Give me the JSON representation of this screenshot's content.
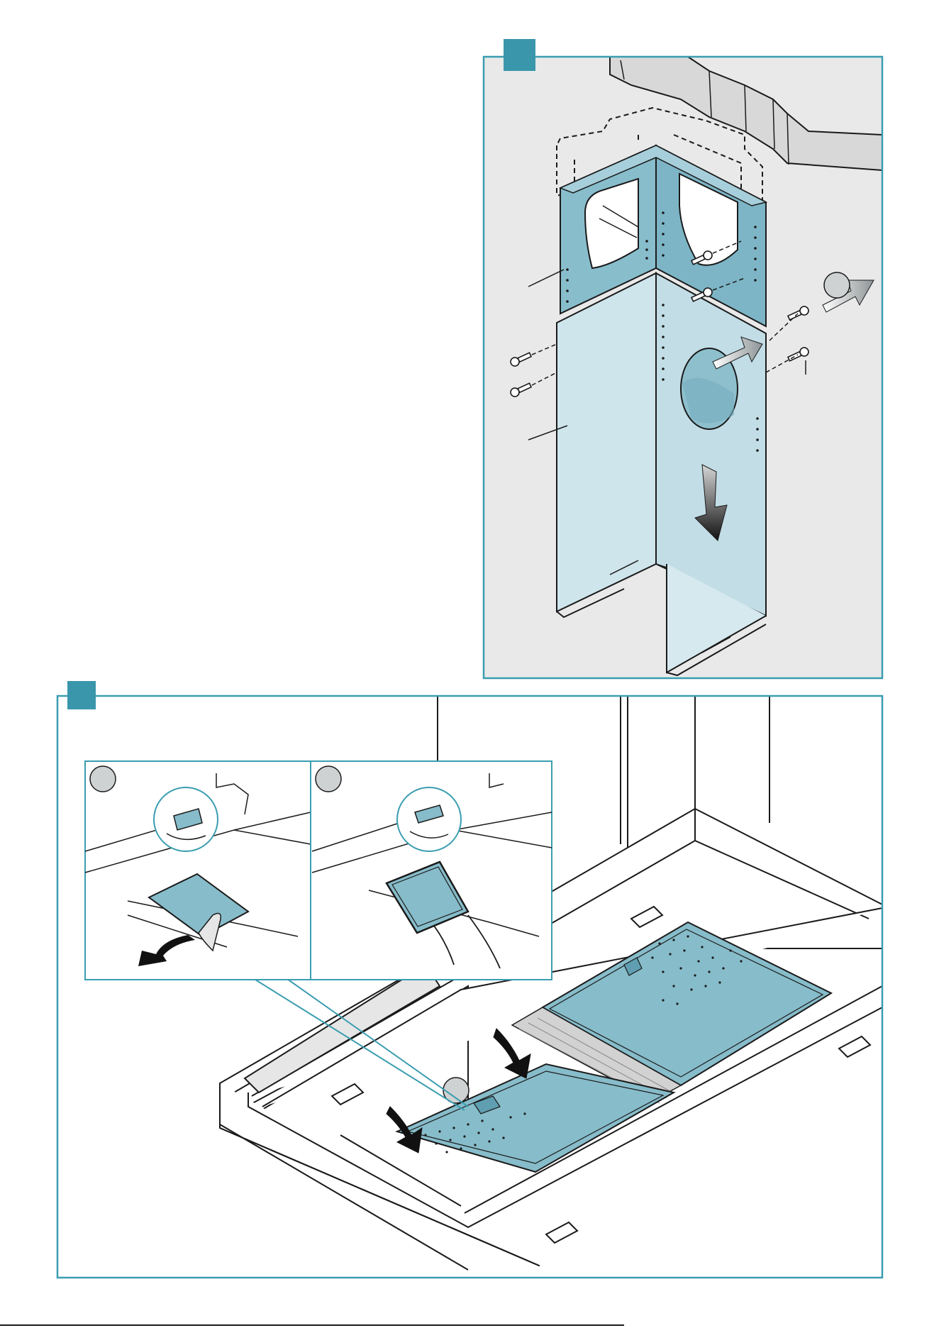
{
  "colors": {
    "frame": "#3a9db0",
    "step_badge": "#3a96ab",
    "ghost_badge": "#cfd2d3",
    "wall": "#e9e9ea",
    "chimney_upper": "#88bdcc",
    "chimney_lower": "#cfe5ec",
    "filter": "#87bcca",
    "ink": "#1a1a1a"
  },
  "panels": [
    {
      "id": "top-right",
      "badge_label": ""
    },
    {
      "id": "bottom",
      "badge_label": ""
    }
  ],
  "icons": [
    "step-badge",
    "fixing-screw-icon",
    "arrow-icon",
    "sub-step-badge",
    "magnifier-callout"
  ]
}
